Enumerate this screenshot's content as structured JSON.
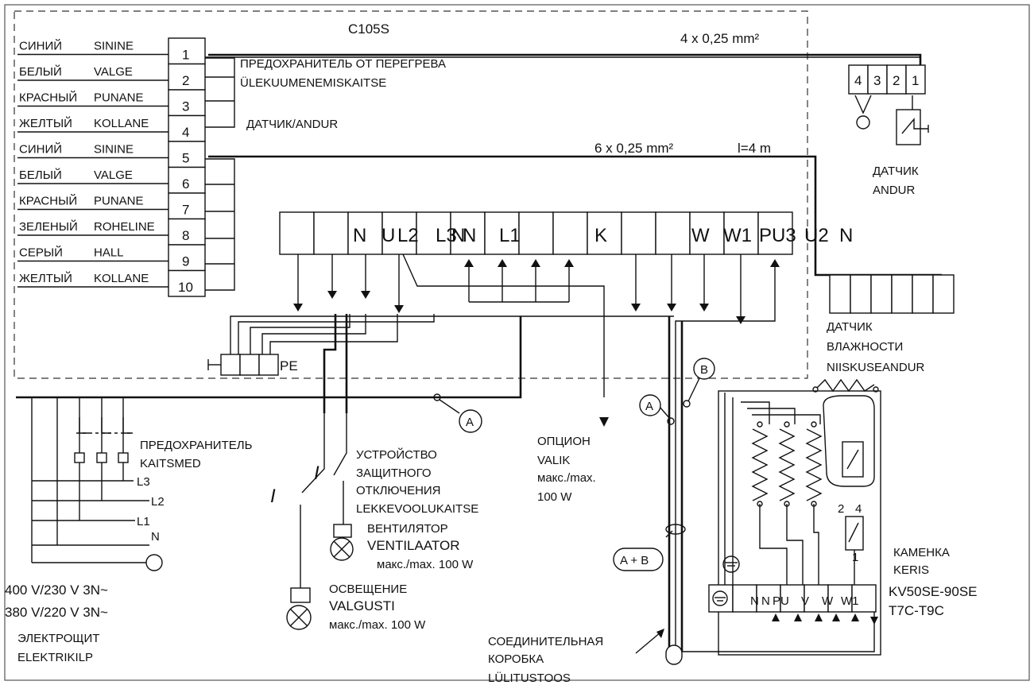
{
  "controller": {
    "model": "C105S",
    "cable_sensor": "4 x 0,25 mm²",
    "cable_main": "6 x 0,25 mm²",
    "cable_length": "l=4 m",
    "overheat_ru": "ПРЕДОХРАНИТЕЛЬ ОТ ПЕРЕГРЕВА",
    "overheat_ee": "ÜLEKUUMENEMISKAITSE",
    "sensor_line": "ДАТЧИК/ANDUR",
    "pe_label": "PE"
  },
  "wire_table": [
    {
      "num": "1",
      "ru": "СИНИЙ",
      "ee": "SININE"
    },
    {
      "num": "2",
      "ru": "БЕЛЫЙ",
      "ee": "VALGE"
    },
    {
      "num": "3",
      "ru": "КРАСНЫЙ",
      "ee": "PUNANE"
    },
    {
      "num": "4",
      "ru": "ЖЕЛТЫЙ",
      "ee": "KOLLANE"
    },
    {
      "num": "5",
      "ru": "СИНИЙ",
      "ee": "SININE"
    },
    {
      "num": "6",
      "ru": "БЕЛЫЙ",
      "ee": "VALGE"
    },
    {
      "num": "7",
      "ru": "КРАСНЫЙ",
      "ee": "PUNANE"
    },
    {
      "num": "8",
      "ru": "ЗЕЛЕНЫЙ",
      "ee": "ROHELINE"
    },
    {
      "num": "9",
      "ru": "СЕРЫЙ",
      "ee": "HALL"
    },
    {
      "num": "10",
      "ru": "ЖЕЛТЫЙ",
      "ee": "KOLLANE"
    }
  ],
  "terminal_strip": [
    "",
    "",
    "N",
    "U",
    "L2",
    "L3",
    "N",
    "N",
    "L1",
    "",
    "K",
    "",
    "",
    "W",
    "W1",
    "PU3",
    "U2",
    "N"
  ],
  "sensor_block": {
    "terminals": [
      "4",
      "3",
      "2",
      "1"
    ],
    "label_ru": "ДАТЧИК",
    "label_ee": "ANDUR"
  },
  "humidity_sensor": {
    "ru": "ДАТЧИК",
    "ru2": "ВЛАЖНОСТИ",
    "ee": "NIISKUSEANDUR"
  },
  "panel": {
    "fuse_ru": "ПРЕДОХРАНИТЕЛЬ",
    "fuse_ee": "KAITSMED",
    "lines": [
      "L3",
      "L2",
      "L1",
      "N"
    ],
    "voltage1": "400 V/230 V 3N~",
    "voltage2": "380 V/220 V 3N~",
    "title_ru": "ЭЛЕКТРОЩИТ",
    "title_ee": "ELEKTRIKILP"
  },
  "rcd": {
    "l1": "УСТРОЙСТВО",
    "l2": "ЗАЩИТНОГО",
    "l3": "ОТКЛЮЧЕНИЯ",
    "l4": "LEKKEVOOLUKAITSE",
    "sym": "I"
  },
  "fan": {
    "ru": "ВЕНТИЛЯТОР",
    "ee": "VENTILAATOR",
    "max": "макс./max. 100 W"
  },
  "lighting": {
    "ru": "ОСВЕЩЕНИЕ",
    "ee": "VALGUSTI",
    "max": "макс./max. 100 W"
  },
  "option": {
    "ru": "ОПЦИОН",
    "ee": "VALIK",
    "max": "макс./max.",
    "watt": "100 W"
  },
  "junction": {
    "l1": "СОЕДИНИТЕЛЬНАЯ",
    "l2": "КОРОБКА",
    "l3": "LÜLITUSTOOS"
  },
  "markers": {
    "a": "A",
    "b": "B",
    "ab": "A + B"
  },
  "heater": {
    "ru": "КАМЕНКА",
    "ee": "KERIS",
    "model1": "KV50SE-90SE",
    "model2": "T7C-T9C",
    "terminals": [
      "",
      "N",
      "N",
      "PU",
      "V",
      "W",
      "W1"
    ],
    "switch_nums": [
      "2",
      "4",
      "1"
    ]
  }
}
